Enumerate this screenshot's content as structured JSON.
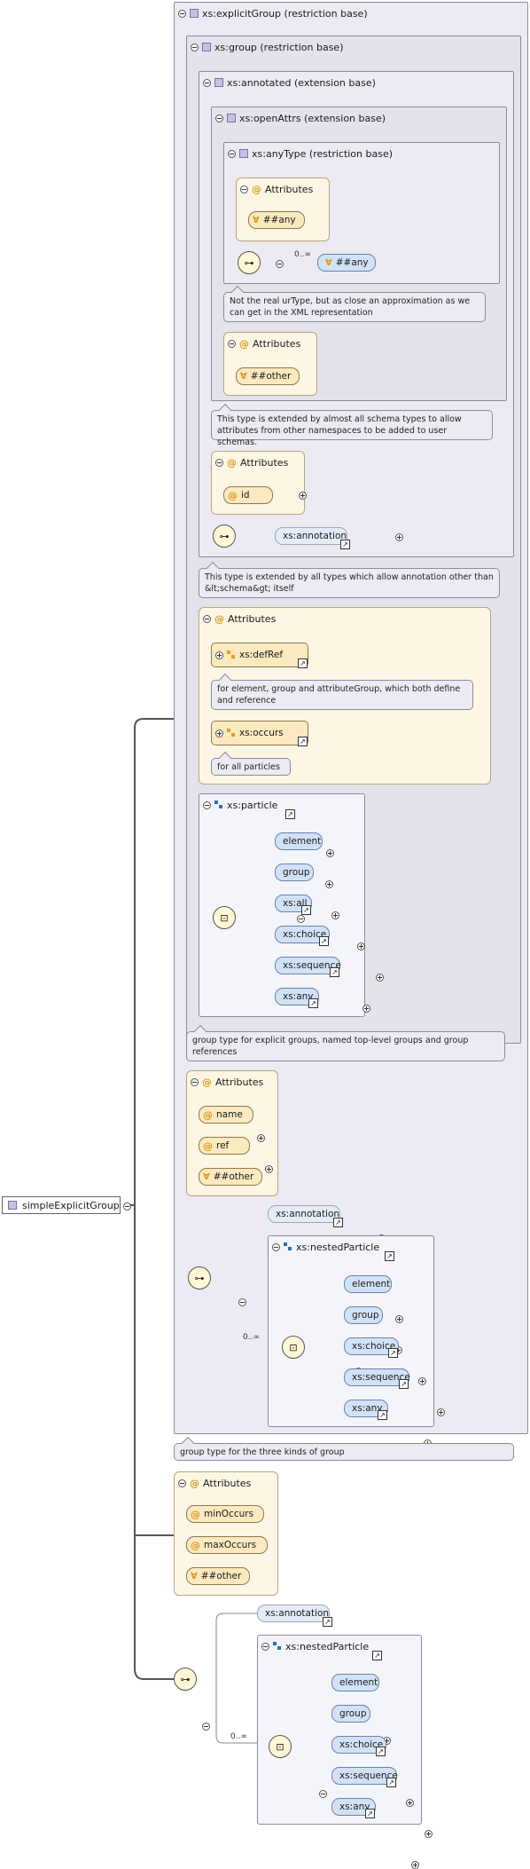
{
  "root": {
    "name": "simpleExplicitGroup"
  },
  "types": {
    "explicitGroup": "xs:explicitGroup (restriction base)",
    "group": "xs:group (restriction base)",
    "annotated": "xs:annotated (extension base)",
    "openAttrs": "xs:openAttrs (extension base)",
    "anyType": "xs:anyType (restriction base)"
  },
  "labels": {
    "attributes": "Attributes",
    "any_wild": "##any",
    "other_wild": "##other",
    "card_unbounded": "0..∞",
    "id": "id",
    "annotation": "xs:annotation",
    "defRef": "xs:defRef",
    "occurs": "xs:occurs",
    "particle": "xs:particle",
    "nestedParticle": "xs:nestedParticle",
    "name": "name",
    "ref": "ref",
    "minOccurs": "minOccurs",
    "maxOccurs": "maxOccurs"
  },
  "notes": {
    "urType": "Not the real urType, but as close an approximation as we can get in the XML representation",
    "openAttrs": "This type is extended by almost all schema types to allow attributes from other namespaces to be added to user schemas.",
    "annotated": "This type is extended by all types which allow annotation other than &lt;schema&gt; itself",
    "defRef": "for element, group and attributeGroup, which both define and reference",
    "occurs": "for all particles",
    "group": "group type for explicit groups, named top-level groups and group references",
    "explicitGroup": "group type for the three kinds of group"
  },
  "particle_items": [
    "element",
    "group",
    "xs:all",
    "xs:choice",
    "xs:sequence",
    "xs:any"
  ],
  "nested_items": [
    "element",
    "group",
    "xs:choice",
    "xs:sequence",
    "xs:any"
  ],
  "icons": {
    "complex_type": "complex-type-icon",
    "group": "group-icon",
    "sequence": "sequence-compositor-icon",
    "choice": "choice-compositor-icon",
    "attribute": "attribute-icon",
    "wildcard": "wildcard-icon",
    "link": "link-arrow-icon"
  },
  "colors": {
    "type_box": "#ecebf3",
    "attr_box": "#fdf6e4",
    "attr_pill": "#fbe9c0",
    "element_pill": "#d2e2f6",
    "accent_at": "#d99a1a"
  }
}
